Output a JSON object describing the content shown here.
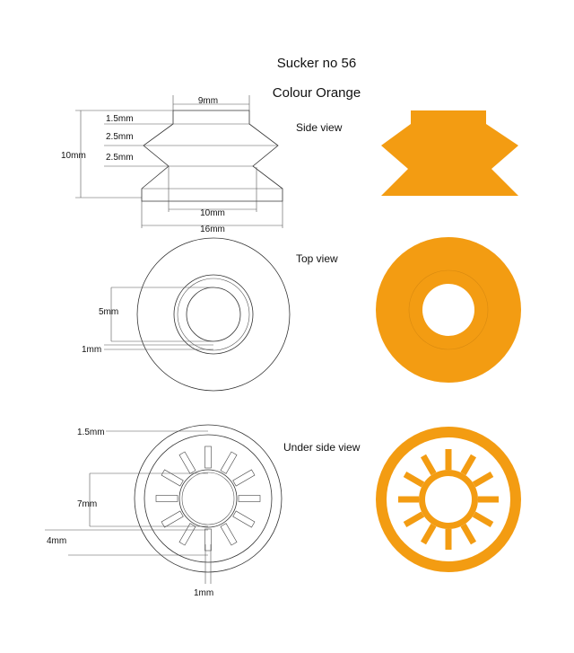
{
  "title": "Sucker no 56",
  "subtitle": "Colour Orange",
  "colors": {
    "orange": "#f39c12",
    "line": "#333333",
    "background": "#ffffff"
  },
  "views": {
    "side": {
      "label": "Side view",
      "dims": {
        "top_width": "9mm",
        "top_step": "1.5mm",
        "upper_cone": "2.5mm",
        "lower_cone": "2.5mm",
        "height": "10mm",
        "inner_base": "10mm",
        "outer_base": "16mm"
      }
    },
    "top": {
      "label": "Top view",
      "dims": {
        "hole": "5mm",
        "wall": "1mm"
      }
    },
    "under": {
      "label": "Under side view",
      "dims": {
        "rim": "1.5mm",
        "inner_ring": "7mm",
        "ring_offset": "4mm",
        "rib": "1mm"
      }
    }
  }
}
